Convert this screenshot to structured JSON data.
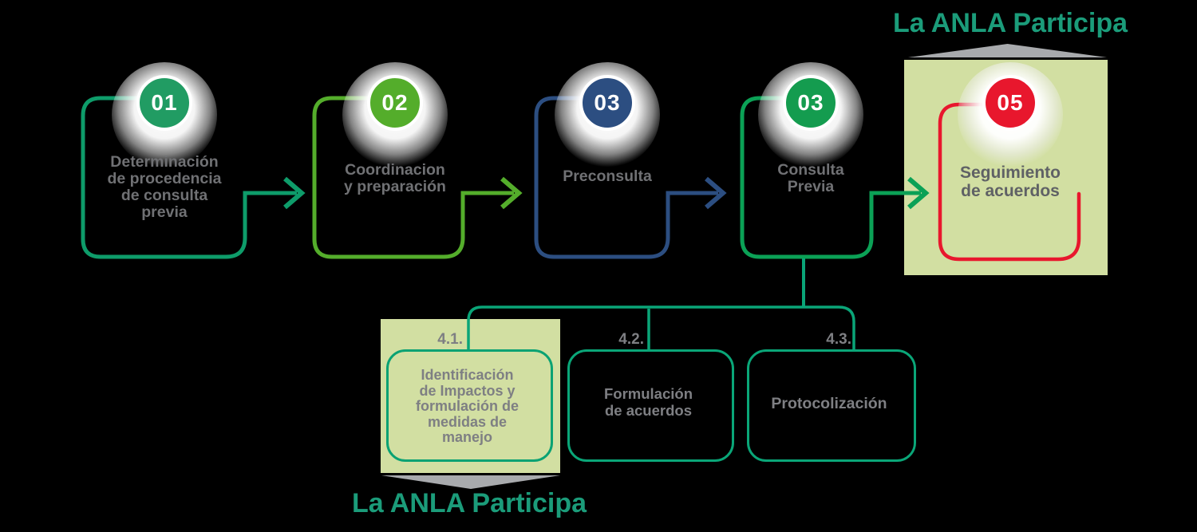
{
  "titles": {
    "top": "La ANLA Participa",
    "bottom": "La ANLA Participa"
  },
  "steps": [
    {
      "number": "01",
      "label": "Determinación\nde procedencia\nde consulta\nprevia",
      "color": "#219c63"
    },
    {
      "number": "02",
      "label": "Coordinacion\ny preparación",
      "color": "#54ad2b"
    },
    {
      "number": "03",
      "label": "Preconsulta",
      "color": "#2c4e81"
    },
    {
      "number": "03",
      "label": "Consulta\nPrevia",
      "color": "#149c4f"
    },
    {
      "number": "05",
      "label": "Seguimiento\nde acuerdos",
      "color": "#e8172d"
    }
  ],
  "substeps": [
    {
      "id": "4.1.",
      "label": "Identificación\nde Impactos y\nformulación de\nmedidas de\nmanejo",
      "highlighted": true
    },
    {
      "id": "4.2.",
      "label": "Formulación\nde acuerdos",
      "highlighted": false
    },
    {
      "id": "4.3.",
      "label": "Protocolización",
      "highlighted": false
    }
  ],
  "colors": {
    "background": "#000000",
    "highlight_panel": "#d2dfa2",
    "pointer_gray": "#a8aaad",
    "title_teal": "#1b9c7a",
    "connector_teal": "#0aa578",
    "step1_path": "#0e9c6a",
    "step2_path": "#54ad2b",
    "step3_path": "#2c4e81",
    "step4_path": "#0ba156",
    "step5_path": "#e8172d",
    "label_gray": "#707174"
  }
}
